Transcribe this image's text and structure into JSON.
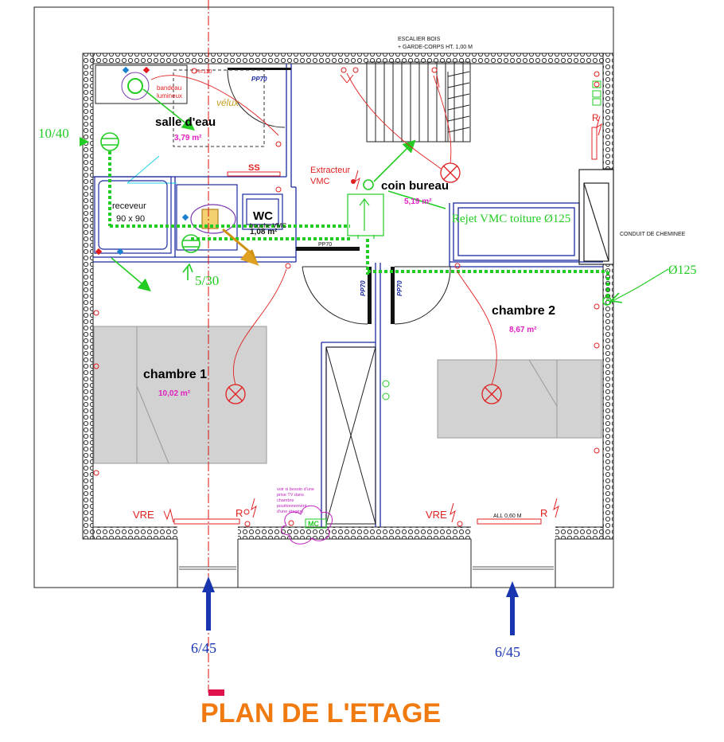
{
  "title": "PLAN DE L'ETAGE",
  "rooms": {
    "salle_eau": {
      "name": "salle d'eau",
      "area": "3,79 m²"
    },
    "wc": {
      "name": "WC",
      "area": "1,08 m²"
    },
    "coin_bureau": {
      "name": "coin bureau",
      "area": "5,19 m²"
    },
    "chambre1": {
      "name": "chambre 1",
      "area": "10,02 m²"
    },
    "chambre2": {
      "name": "chambre 2",
      "area": "8,67 m²"
    }
  },
  "labels": {
    "escalier_line1": "ESCALIER BOIS",
    "escalier_line2": "+ GARDE-CORPS HT. 1,00 M",
    "conduit": "CONDUIT DE CHEMINEE",
    "bandeau_line1": "bandeau",
    "bandeau_line2": "lumineux",
    "velux": "vélux",
    "ss": "SS",
    "receveur_line1": "receveur",
    "receveur_line2": "90 x 90",
    "extracteur_line1": "Extracteur",
    "extracteur_line2": "VMC",
    "bouche_vmc": "bouche VMC",
    "rejet": "Rejet VMC toiture Ø125",
    "diam125": "Ø125",
    "vent_1040": "10/40",
    "vent_530": "5/30",
    "arrow_left": "6/45",
    "arrow_right": "6/45",
    "pp70_top": "PP70",
    "pp70_left": "PP70",
    "pp70_right": "PP70",
    "pp70_small": "PP70",
    "vre_left": "VRE",
    "vre_right": "VRE",
    "r_left": "R",
    "r_right": "R",
    "r_top": "R",
    "all": "ALL 0,60 M",
    "h110": "H=110",
    "mc": "MC",
    "note_line1": "voir si besoin d'une",
    "note_line2": "prise TV dans",
    "note_line3": "chambre",
    "note_line4": "positionnement",
    "note_line5": "d'une étagère"
  },
  "colors": {
    "wall": "#1a2aa0",
    "electric": "#e02020",
    "ventilation": "#22cc22",
    "area": "#e020c0",
    "title": "#f07a10",
    "arrow": "#1a35b0",
    "furniture": "#d2d2d2"
  }
}
